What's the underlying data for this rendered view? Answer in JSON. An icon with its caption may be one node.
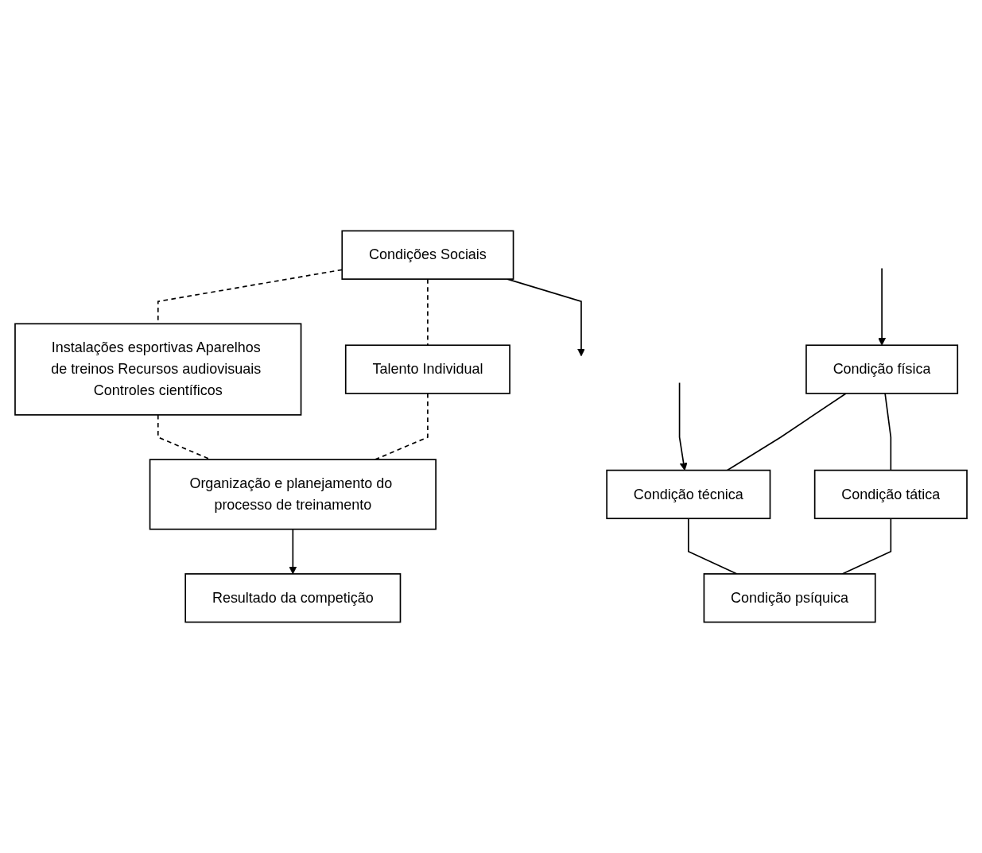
{
  "diagram": {
    "nodes": [
      {
        "text": [
          "Condições Sociais"
        ]
      },
      {
        "text": [
          "Instalações esportivas Aparelhos de treinos Recursos audiovisuais Controles científicos"
        ]
      },
      {
        "text": [
          "Condição física"
        ]
      },
      {
        "text": [
          "Condição técnica"
        ]
      },
      {
        "text": [
          "Condição tática"
        ]
      },
      {
        "text": [
          "Condição psíquica"
        ]
      },
      {
        "text": [
          "Talento Individual"
        ]
      },
      {
        "text": [
          "Organização e planejamento do processo de treinamento"
        ]
      },
      {
        "text": [
          "Resultado da competição"
        ]
      }
    ],
    "edges": [
      {
        "from": 0,
        "to": 1,
        "arrow": "none",
        "style": "dashed"
      },
      {
        "from": null,
        "to": 2,
        "arrow": "to"
      },
      {
        "from": null,
        "to": 3,
        "arrow": "to"
      },
      {
        "from": 2,
        "to": 3,
        "arrow": "none"
      },
      {
        "from": 2,
        "to": 4,
        "arrow": "none"
      },
      {
        "from": 3,
        "to": 5,
        "arrow": "none"
      },
      {
        "from": 4,
        "to": 5,
        "arrow": "none"
      },
      {
        "from": 0,
        "to": 6,
        "arrow": "none",
        "style": "dashed"
      },
      {
        "from": 0,
        "to": null,
        "arrow": "to"
      },
      {
        "from": 6,
        "to": 7,
        "arrow": "none",
        "style": "dashed"
      },
      {
        "from": 1,
        "to": 7,
        "arrow": "none",
        "style": "dashed"
      },
      {
        "from": 7,
        "to": 8,
        "arrow": "to"
      }
    ]
  }
}
